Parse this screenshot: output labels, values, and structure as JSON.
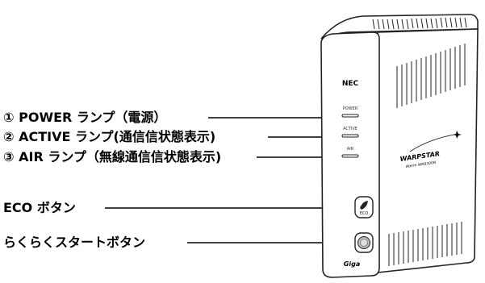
{
  "callouts": [
    {
      "label": "① POWER ランプ（電源）"
    },
    {
      "label": "② ACTIVE ランプ(通信信状態表示)"
    },
    {
      "label": "③ AIR ランプ（無線通信信状態表示)"
    },
    {
      "label": "ECO ボタン"
    },
    {
      "label": "らくらくスタートボタン"
    }
  ],
  "device": {
    "brand": "NEC",
    "lamp_labels": [
      "POWER",
      "ACTIVE",
      "AIR"
    ],
    "eco_button_label": "ECO",
    "logo": "WARPSTAR",
    "logo_subtitle": "Aterm WR8300N",
    "giga_mark": "Giga"
  },
  "colors": {
    "line": "#000000",
    "device_outline": "#222222",
    "device_face": "#ffffff"
  }
}
